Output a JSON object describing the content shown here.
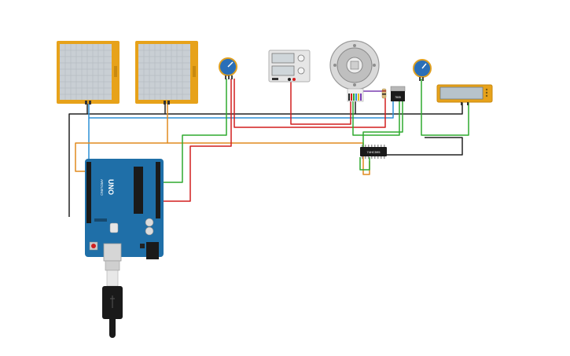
{
  "canvas": {
    "background": "#ffffff"
  },
  "colors": {
    "wire_black": "#222222",
    "wire_red": "#d21f1f",
    "wire_green": "#2faa2f",
    "wire_blue": "#2b8fd6",
    "wire_orange": "#e08a1e",
    "wire_purple": "#7a3fb0",
    "board_blue": "#1f6fa8",
    "sensor_frame": "#e7a21a",
    "sensor_face": "#c9cfd4",
    "pot_blue": "#2a6fb8",
    "chip_black": "#1a1a1a"
  },
  "components": {
    "pressure_sensor_1": {
      "label": "",
      "icon": "pressure-pad"
    },
    "pressure_sensor_2": {
      "label": "",
      "icon": "pressure-pad"
    },
    "potentiometer_1": {
      "icon": "potentiometer"
    },
    "potentiometer_2": {
      "icon": "potentiometer"
    },
    "power_supply": {
      "icon": "power-supply"
    },
    "dc_motor": {
      "icon": "motor-with-encoder"
    },
    "voltage_regulator": {
      "label": "7805"
    },
    "shift_register": {
      "label": "74HC595"
    },
    "lcd_module": {
      "icon": "lcd"
    },
    "arduino": {
      "label_uno": "UNO",
      "label_arduino": "ARDUINO"
    },
    "usb_cable": {
      "icon": "usb-plug"
    }
  }
}
